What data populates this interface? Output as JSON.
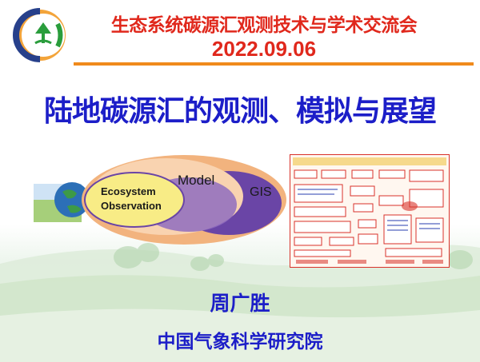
{
  "header": {
    "conference_title": "生态系统碳源汇观测技术与学术交流会",
    "date": "2022.09.06"
  },
  "slide": {
    "main_title": "陆地碳源汇的观测、模拟与展望",
    "author": "周广胜",
    "institution": "中国气象科学研究院"
  },
  "diagram": {
    "outer_label": "GIS",
    "middle_label": "Model",
    "inner_label_line1": "Ecosystem",
    "inner_label_line2": "Observation"
  },
  "colors": {
    "red_title": "#e0281c",
    "blue_text": "#1c1ec8",
    "orange_rule": "#f08a1c"
  }
}
